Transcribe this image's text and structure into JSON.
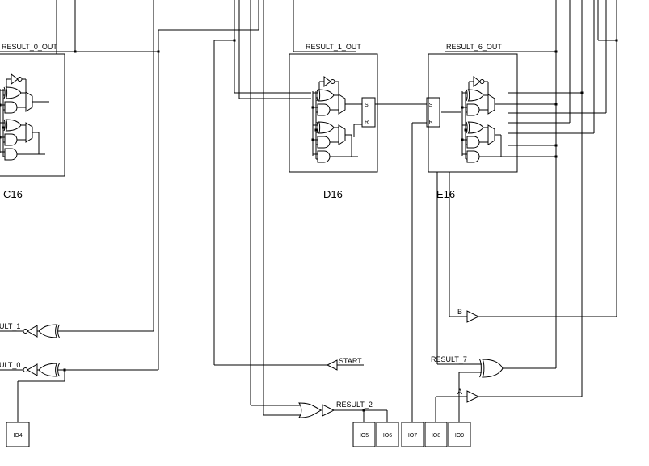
{
  "diagram": {
    "colors": {
      "background": "#ffffff",
      "stroke": "#000000"
    },
    "blocks": [
      {
        "name": "C16",
        "output_label": "RESULT_0_OUT"
      },
      {
        "name": "D16",
        "output_label": "RESULT_1_OUT"
      },
      {
        "name": "E16",
        "output_label": "RESULT_6_OUT"
      }
    ],
    "latch": {
      "set": "S",
      "reset": "R"
    },
    "nets": {
      "result1_in": "ULT_1",
      "result0_in": "ULT_0",
      "start": "START",
      "result2": "RESULT_2",
      "result7": "RESULT_7",
      "a_in": "A",
      "b_in": "B"
    },
    "io_pads": [
      "IO4",
      "IO5",
      "IO6",
      "IO7",
      "IO8",
      "IO9"
    ]
  }
}
